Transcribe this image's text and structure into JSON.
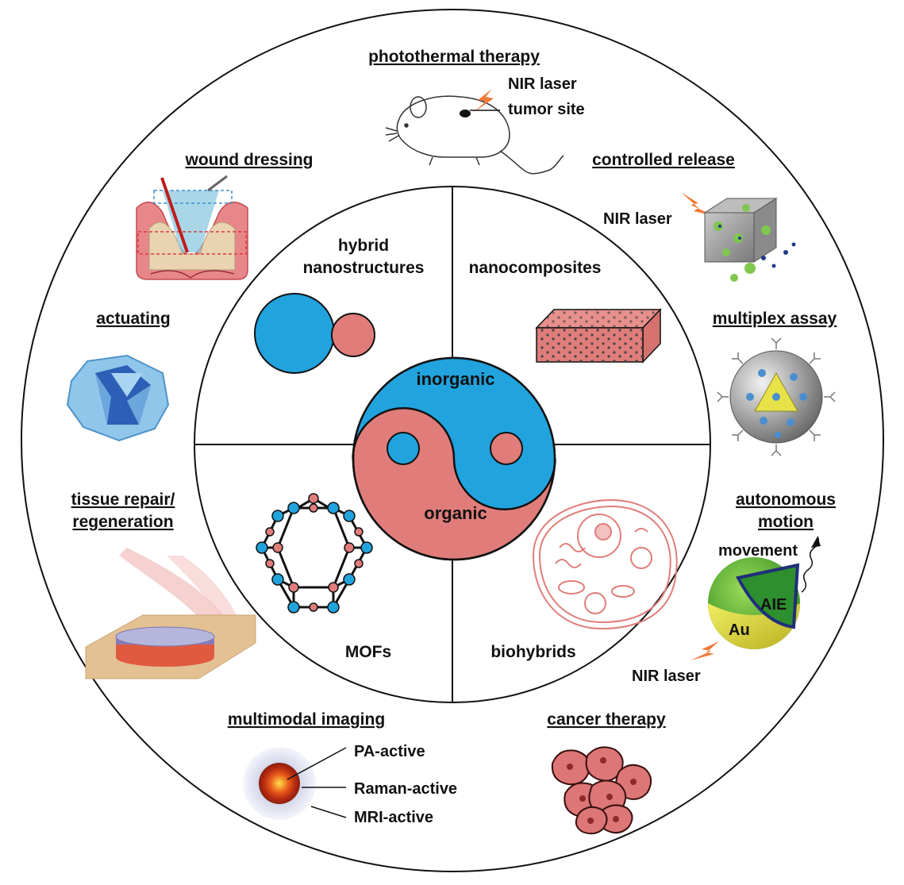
{
  "center": {
    "top_label": "inorganic",
    "bottom_label": "organic"
  },
  "categories": {
    "hybrid_line1": "hybrid",
    "hybrid_line2": "nanostructures",
    "nanocomposites": "nanocomposites",
    "mofs": "MOFs",
    "biohybrids": "biohybrids"
  },
  "applications": {
    "photothermal_therapy": "photothermal therapy",
    "wound_dressing": "wound dressing",
    "controlled_release": "controlled release",
    "actuating": "actuating",
    "multiplex_assay": "multiplex assay",
    "tissue_repair_line1": "tissue repair/",
    "tissue_repair_line2": "regeneration",
    "autonomous_motion_line1": "autonomous",
    "autonomous_motion_line2": "motion",
    "multimodal_imaging": "multimodal imaging",
    "cancer_therapy": "cancer therapy"
  },
  "annotations": {
    "nir_laser_top": "NIR laser",
    "tumor_site": "tumor site",
    "nir_laser_release": "NIR laser",
    "movement": "movement",
    "aie": "AIE",
    "au": "Au",
    "nir_laser_motion": "NIR laser",
    "pa_active": "PA-active",
    "raman_active": "Raman-active",
    "mri_active": "MRI-active"
  },
  "colors": {
    "inorganic": "#21a3de",
    "organic": "#e07d7a",
    "outline": "#111111"
  }
}
